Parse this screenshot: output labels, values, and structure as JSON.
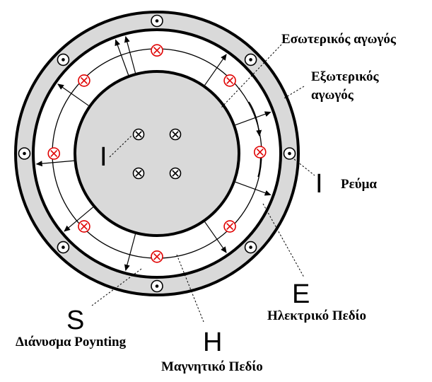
{
  "labels": {
    "inner_conductor": "Εσωτερικός αγωγός",
    "outer_conductor_line1": "Εξωτερικός",
    "outer_conductor_line2": "αγωγός",
    "current_symbol": "I",
    "current_text": "Ρεύμα",
    "current_symbol_center": "I",
    "e_symbol": "E",
    "e_text": "Ηλεκτρικό Πεδίο",
    "s_symbol": "S",
    "s_text": "Διάνυσμα Poynting",
    "h_symbol": "H",
    "h_text": "Μαγνητικό Πεδίο"
  },
  "colors": {
    "outer_shell": "#d9d9d9",
    "inner_core": "#d9d9d9",
    "gap": "#ffffff",
    "stroke": "#000000",
    "poynting_marker": "#e00000",
    "current_marker": "#000000"
  },
  "markers": {
    "center_current_in": "into-page",
    "outer_current_out": "out-of-page",
    "poynting_direction": "into-page"
  }
}
